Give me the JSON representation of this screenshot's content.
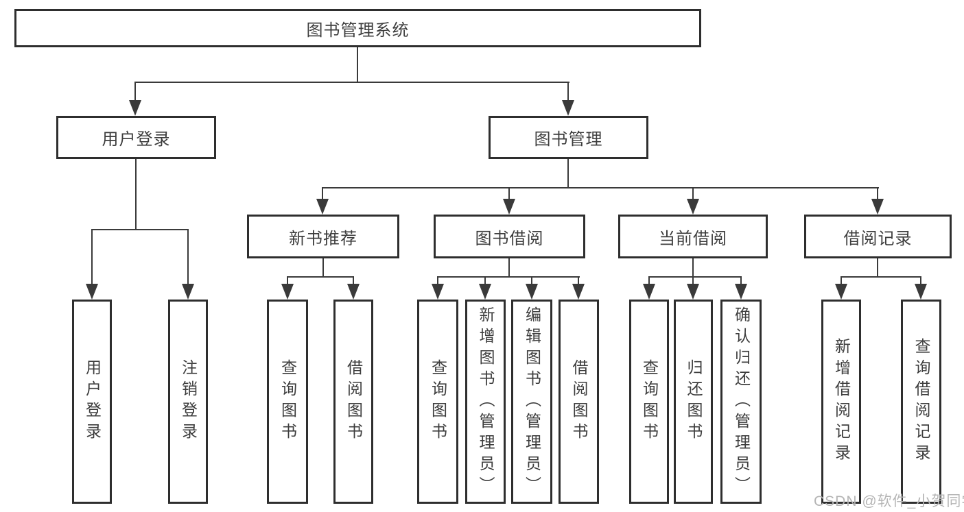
{
  "colors": {
    "background": "#ffffff",
    "border": "#2e2e2e",
    "line": "#3a3a3a",
    "text": "#3d3d3d",
    "watermark": "#b5b5b5"
  },
  "tree": {
    "root": {
      "label": "图书管理系统"
    },
    "branches": [
      {
        "label": "用户登录",
        "children": [
          {
            "label": "用户登录"
          },
          {
            "label": "注销登录"
          }
        ]
      },
      {
        "label": "图书管理",
        "children": [
          {
            "label": "新书推荐",
            "children": [
              {
                "label": "查询图书"
              },
              {
                "label": "借阅图书"
              }
            ]
          },
          {
            "label": "图书借阅",
            "children": [
              {
                "label": "查询图书"
              },
              {
                "label": "新增图书（管理员）"
              },
              {
                "label": "编辑图书（管理员）"
              },
              {
                "label": "借阅图书"
              }
            ]
          },
          {
            "label": "当前借阅",
            "children": [
              {
                "label": "查询图书"
              },
              {
                "label": "归还图书"
              },
              {
                "label": "确认归还（管理员）"
              }
            ]
          },
          {
            "label": "借阅记录",
            "children": [
              {
                "label": "新增借阅记录"
              },
              {
                "label": "查询借阅记录"
              }
            ]
          }
        ]
      }
    ]
  },
  "watermark": "CSDN @软件_小贺同学"
}
